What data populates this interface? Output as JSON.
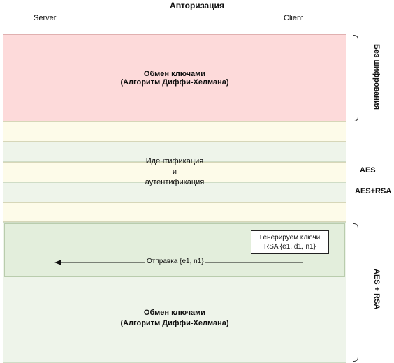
{
  "header": {
    "title": "Авторизация",
    "server_label": "Server",
    "client_label": "Client"
  },
  "sections": {
    "key_exchange_1": "Обмен ключами\n(Алгоритм Диффи-Хелмана)",
    "identification": "Идентификация\nи\nаутентификация",
    "generate_keys": "Генерируем ключи\nRSA {e1, d1, n1}",
    "send_message": "Отправка {e1, n1}",
    "key_exchange_2": "Обмен ключами\n(Алгоритм Диффи-Хелмана)"
  },
  "side_labels": {
    "no_encryption": "Без шифрования",
    "aes": "AES",
    "aes_rsa": "AES+RSA",
    "aes_plus_rsa": "AES + RSA"
  },
  "colors": {
    "red_band": "#fddada",
    "yellow_band": "#fdfbe9",
    "green_band": "#eef4ea",
    "green_box": "#e3eedc"
  }
}
